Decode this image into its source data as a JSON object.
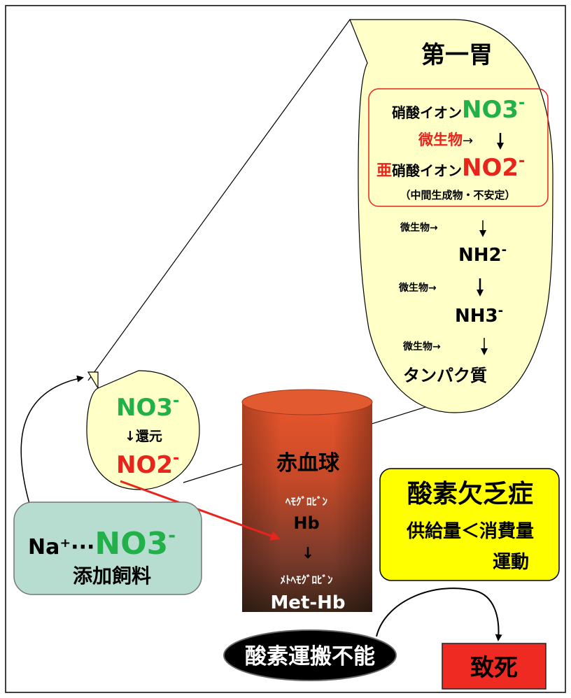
{
  "stomach": {
    "title": "第一胃",
    "nitrate_prefix": "硝酸イオン",
    "nitrate_formula": "NO3",
    "nitrate_charge": "-",
    "microbe_red": "微生物",
    "arrow": "→",
    "nitrite_prefix_red": "亜",
    "nitrite_prefix": "硝酸イオン",
    "nitrite_formula": "NO2",
    "nitrite_charge": "-",
    "nitrite_note": "（中間生成物・不安定）",
    "steps": [
      {
        "label": "微生物→",
        "product": "NH2",
        "charge": "-"
      },
      {
        "label": "微生物→",
        "product": "NH3",
        "charge": "-"
      },
      {
        "label": "微生物→",
        "product": "タンパク質",
        "charge": ""
      }
    ]
  },
  "small_bubble": {
    "top_formula": "NO3",
    "top_charge": "-",
    "reduction": "↓還元",
    "bottom_formula": "NO2",
    "bottom_charge": "-"
  },
  "feed_box": {
    "cation": "Na⁺···",
    "formula": "NO3",
    "charge": "-",
    "label": "添加飼料"
  },
  "blood_column": {
    "title": "赤血球",
    "hb_kana": "ﾍﾓｸﾞﾛﾋﾞﾝ",
    "hb": "Hb",
    "arrow": "↓",
    "methb_kana": "ﾒﾄﾍﾓｸﾞﾛﾋﾞﾝ",
    "methb": "Met-Hb"
  },
  "oxygen_oval": {
    "label": "酸素運搬不能"
  },
  "hypoxia_box": {
    "title": "酸素欠乏症",
    "line1": "供給量＜消費量",
    "line2": "運動"
  },
  "death_box": {
    "label": "致死"
  },
  "colors": {
    "green": "#22b04b",
    "red": "#e8241c",
    "bubble_fill": "#ffffc8",
    "feed_fill": "#b7ddd0",
    "yellow": "#ffff00",
    "death_red": "#ee2a22"
  }
}
